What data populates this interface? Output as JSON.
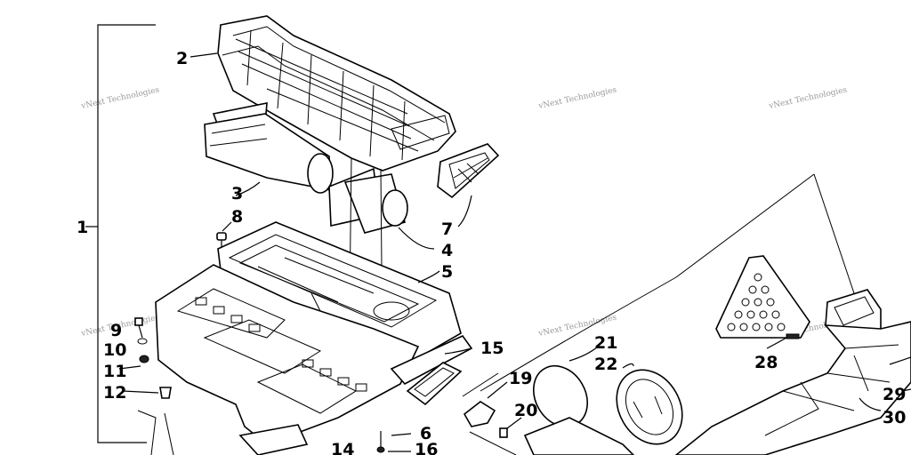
{
  "diagram": {
    "callouts": [
      "1",
      "2",
      "3",
      "4",
      "5",
      "6",
      "7",
      "8",
      "9",
      "10",
      "11",
      "12",
      "14",
      "15",
      "16",
      "19",
      "20",
      "21",
      "22",
      "28",
      "29",
      "30"
    ],
    "watermark": "vNext Technologies"
  }
}
